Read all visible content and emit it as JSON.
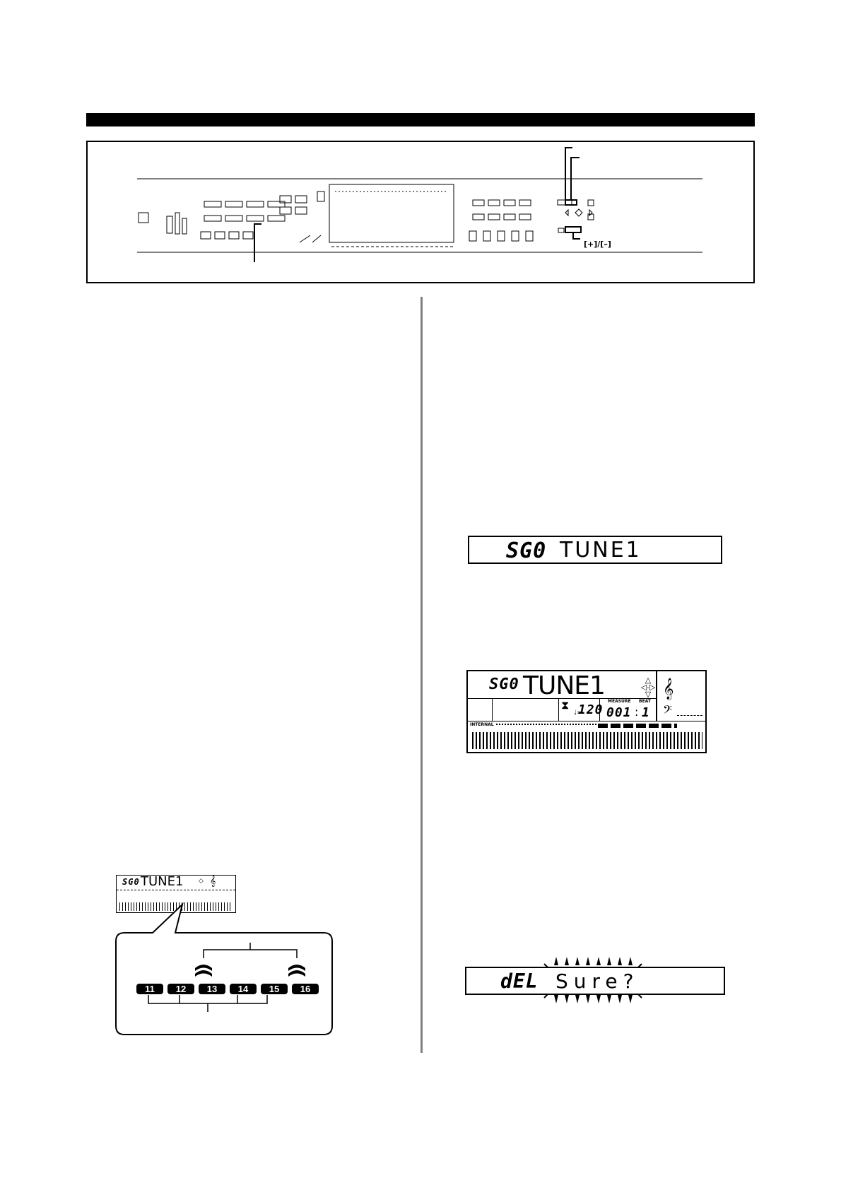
{
  "panel": {
    "plusminus_label": "[+]/[–]"
  },
  "lcd1": {
    "code": "SG0",
    "name": "TUNE1"
  },
  "lcd2": {
    "code": "SG0",
    "name": "TUNE1",
    "measure_label": "MEASURE",
    "beat_label": "BEAT",
    "tempo_prefix": "♩=",
    "tempo_value": "120",
    "measure_value": "001",
    "beat_value": "1",
    "internal_label": "INTERNAL"
  },
  "lcd3": {
    "code": "dEL",
    "prompt": "Sure?"
  },
  "mini_lcd": {
    "code": "SG0",
    "name": "TUNE1"
  },
  "channels": [
    "11",
    "12",
    "13",
    "14",
    "15",
    "16"
  ],
  "colors": {
    "ink": "#000000",
    "paper": "#ffffff",
    "divider": "#808080"
  }
}
